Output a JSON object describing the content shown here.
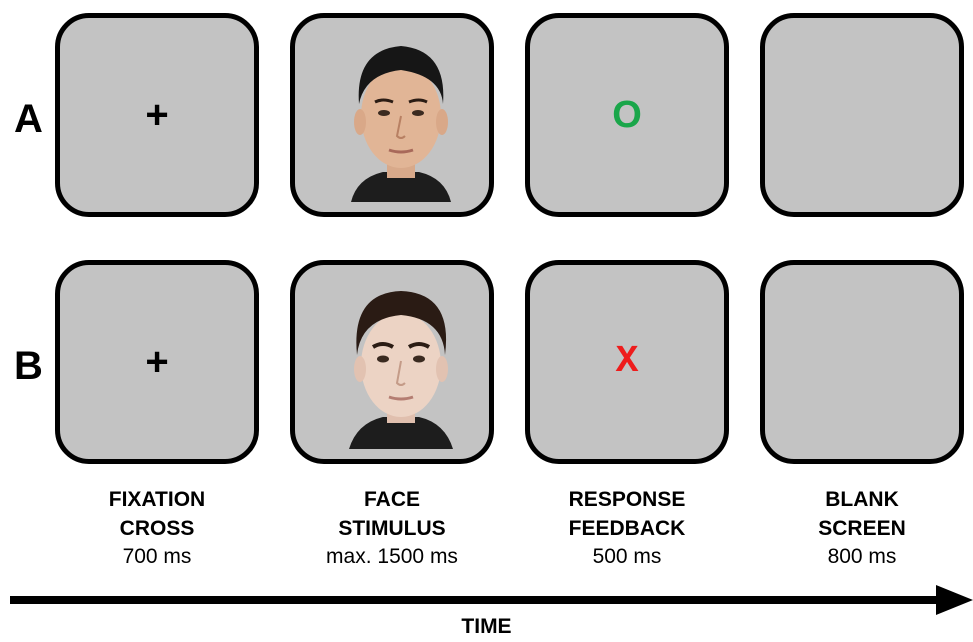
{
  "rows": [
    {
      "label": "A",
      "feedback_symbol": "O",
      "feedback_color": "#1aa64a"
    },
    {
      "label": "B",
      "feedback_symbol": "X",
      "feedback_color": "#ee1c1c"
    }
  ],
  "fixation_symbol": "+",
  "panel_color": "#c3c3c3",
  "columns": [
    {
      "title_line1": "FIXATION",
      "title_line2": "CROSS",
      "duration": "700 ms"
    },
    {
      "title_line1": "FACE",
      "title_line2": "STIMULUS",
      "duration": "max. 1500 ms"
    },
    {
      "title_line1": "RESPONSE",
      "title_line2": "FEEDBACK",
      "duration": "500 ms"
    },
    {
      "title_line1": "BLANK",
      "title_line2": "SCREEN",
      "duration": "800 ms"
    }
  ],
  "axis_label": "TIME"
}
